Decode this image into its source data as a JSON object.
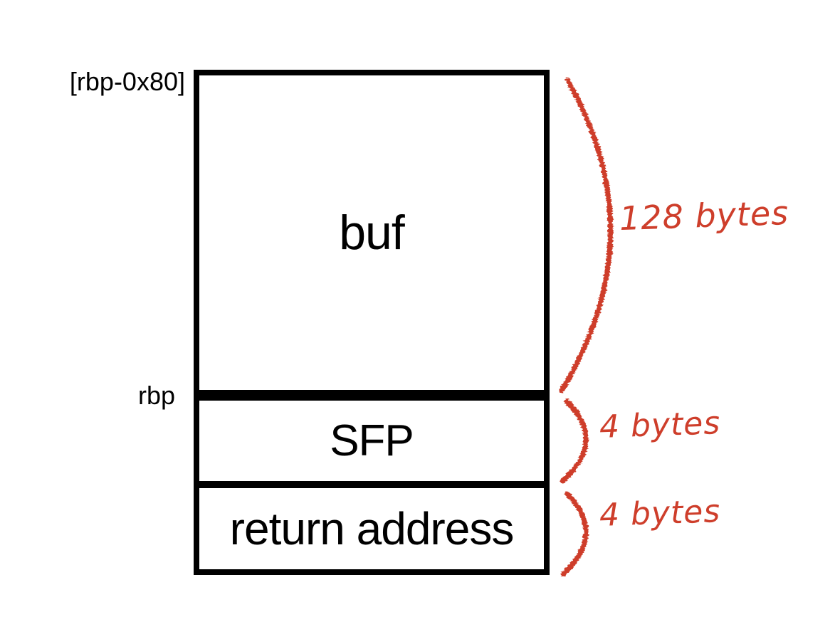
{
  "colors": {
    "background": "#ffffff",
    "ink": "#000000",
    "annotation_red": "#ce3e2b"
  },
  "stack_diagram": {
    "address_labels": {
      "buffer_top": "[rbp-0x80]",
      "frame_base": "rbp"
    },
    "regions": [
      {
        "label": "buf",
        "size": "128 bytes"
      },
      {
        "label": "SFP",
        "size": "4 bytes"
      },
      {
        "label": "return address",
        "size": "4 bytes"
      }
    ]
  }
}
